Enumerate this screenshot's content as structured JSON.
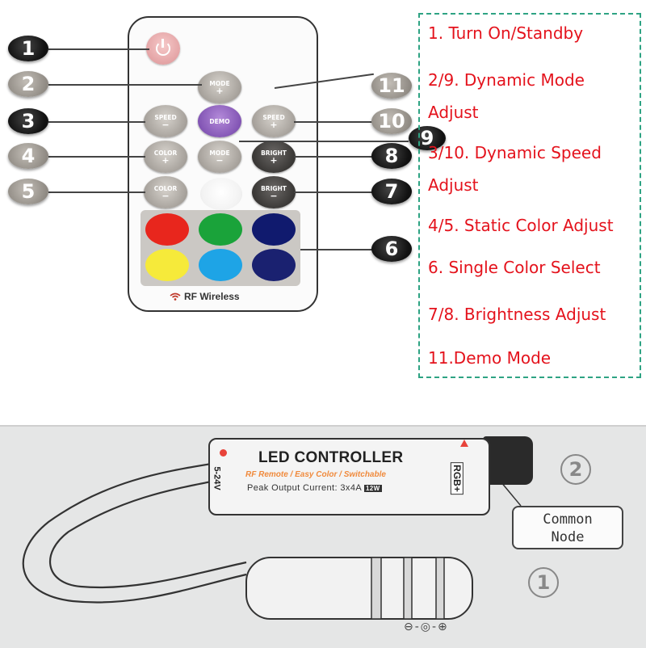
{
  "remote": {
    "buttons": {
      "mode_plus": {
        "label": "MODE",
        "sym": "+"
      },
      "speed_minus": {
        "label": "SPEED",
        "sym": "−"
      },
      "demo": {
        "label": "DEMO"
      },
      "speed_plus": {
        "label": "SPEED",
        "sym": "+"
      },
      "color_plus": {
        "label": "COLOR",
        "sym": "+"
      },
      "mode_minus": {
        "label": "MODE",
        "sym": "−"
      },
      "bright_plus": {
        "label": "BRIGHT",
        "sym": "+"
      },
      "color_minus": {
        "label": "COLOR",
        "sym": "−"
      },
      "bright_minus": {
        "label": "BRIGHT",
        "sym": "−"
      }
    },
    "color_buttons": [
      "#e8261d",
      "#1aa33a",
      "#101a6e",
      "#f6ea3a",
      "#1ea4e6",
      "#1a2170"
    ],
    "rf_label": "RF Wireless"
  },
  "callouts": {
    "c1": "1",
    "c2": "2",
    "c3": "3",
    "c4": "4",
    "c5": "5",
    "c6": "6",
    "c7": "7",
    "c8": "8",
    "c9": "9",
    "c10": "10",
    "c11": "11"
  },
  "legend": {
    "lines": [
      "1. Turn On/Standby",
      "2/9. Dynamic Mode",
      "Adjust",
      "3/10. Dynamic Speed",
      "Adjust",
      "4/5. Static Color  Adjust",
      "6. Single Color Select",
      "7/8. Brightness Adjust",
      "11.Demo Mode"
    ]
  },
  "controller": {
    "title": "LED CONTROLLER",
    "subtitle": "RF Remote / Easy Color / Switchable",
    "peak_output": "Peak Output Current: 3x4A",
    "peak_badge": "12W",
    "voltage": "5-24V",
    "rgb_label": "RGB+",
    "common_node_line1": "Common",
    "common_node_line2": "Node",
    "num_2": "2",
    "num_1": "1",
    "polarity": "⊖-◎-⊕"
  },
  "colors": {
    "legend_border": "#2ea383",
    "legend_text": "#e4121c",
    "demo_button": "#7d4fb0",
    "power_button": "#e19ea0"
  }
}
